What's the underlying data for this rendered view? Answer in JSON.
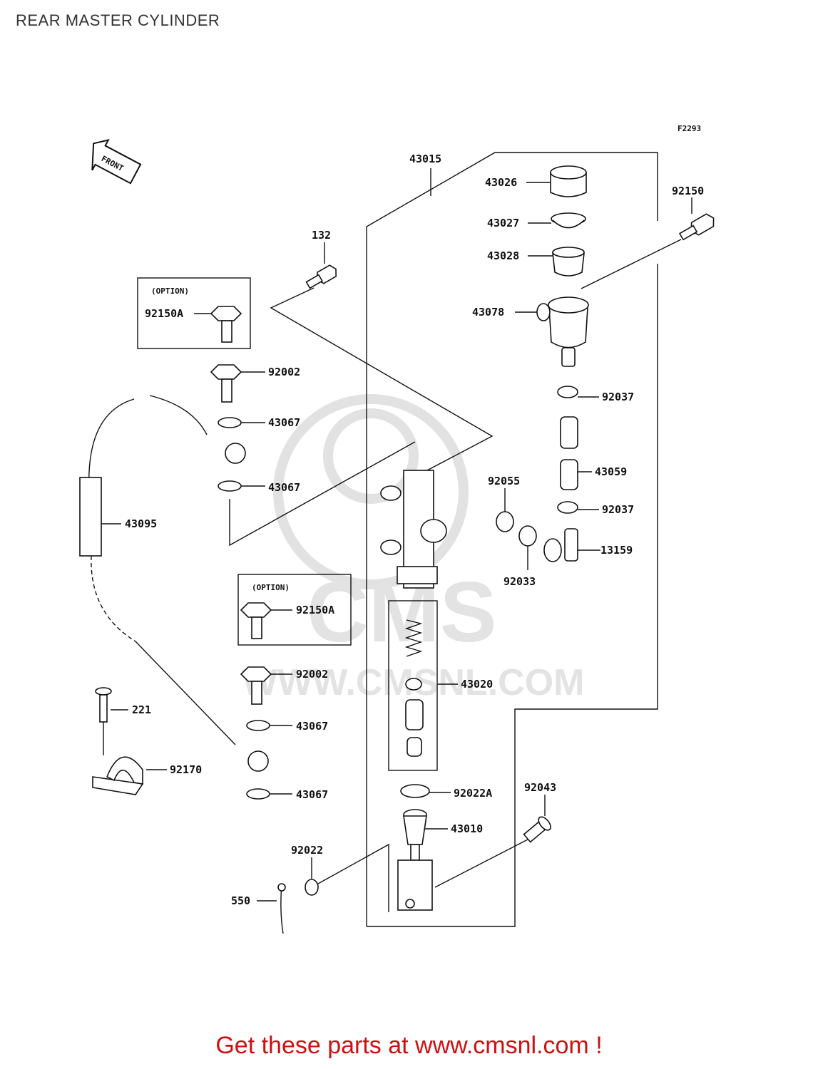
{
  "title": "REAR MASTER CYLINDER",
  "figure_code": "F2293",
  "front_label": "FRONT",
  "option_label": "(OPTION)",
  "watermark": {
    "logo_text": "CMS",
    "url_text": "WWW.CMSNL.COM"
  },
  "parts": {
    "p43015": "43015",
    "p43026": "43026",
    "p43027": "43027",
    "p43028": "43028",
    "p43078": "43078",
    "p92150": "92150",
    "p132": "132",
    "p92150A_1": "92150A",
    "p92002_1": "92002",
    "p43067_1": "43067",
    "p43067_2": "43067",
    "p92037_1": "92037",
    "p43059": "43059",
    "p92037_2": "92037",
    "p92055": "92055",
    "p13159": "13159",
    "p92033": "92033",
    "p43095": "43095",
    "p92150A_2": "92150A",
    "p43020": "43020",
    "p92002_2": "92002",
    "p221": "221",
    "p43067_3": "43067",
    "p92170": "92170",
    "p43067_4": "43067",
    "p92022A": "92022A",
    "p92043": "92043",
    "p43010": "43010",
    "p92022": "92022",
    "p550": "550"
  },
  "footer": "Get these parts at www.cmsnl.com !"
}
